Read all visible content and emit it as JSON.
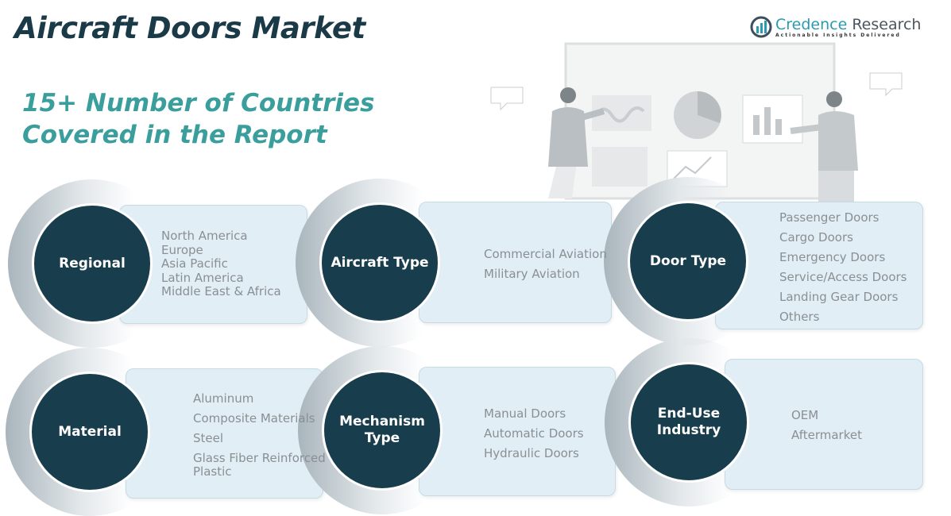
{
  "title": "Aircraft Doors Market",
  "subtitle": [
    "15+ Number of Countries",
    "Covered in the Report"
  ],
  "logo": {
    "brand_a": "Credence",
    "brand_b": " Research",
    "tagline": "Actionable Insights Delivered"
  },
  "segments": [
    {
      "label": "Regional",
      "items": [
        "North America",
        "Europe",
        "Asia Pacific",
        "Latin America",
        "Middle East & Africa"
      ]
    },
    {
      "label": "Aircraft Type",
      "items": [
        "Commercial Aviation",
        "Military Aviation"
      ]
    },
    {
      "label": "Door Type",
      "items": [
        "Passenger Doors",
        "Cargo Doors",
        "Emergency Doors",
        "Service/Access Doors",
        "Landing Gear Doors",
        "Others"
      ]
    },
    {
      "label": "Material",
      "items": [
        "Aluminum",
        "Composite Materials",
        "Steel",
        "Glass Fiber Reinforced",
        "Plastic"
      ]
    },
    {
      "label": "Mechanism Type",
      "items": [
        "Manual Doors",
        "Automatic Doors",
        "Hydraulic Doors"
      ]
    },
    {
      "label": "End-Use Industry",
      "items": [
        "OEM",
        "Aftermarket"
      ]
    }
  ]
}
